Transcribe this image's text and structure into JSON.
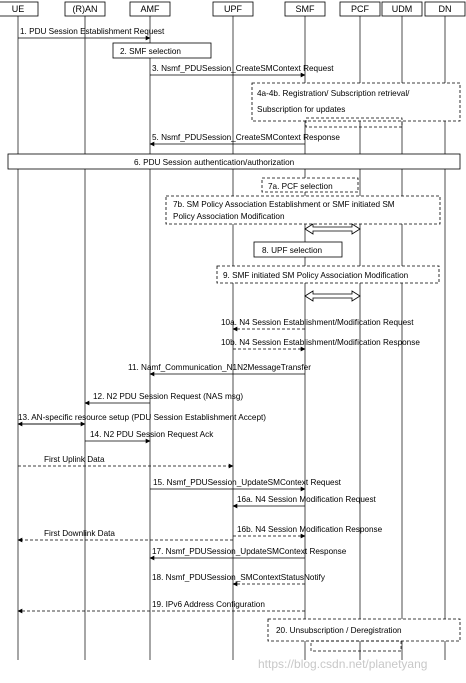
{
  "participants": [
    "UE",
    "(R)AN",
    "AMF",
    "UPF",
    "SMF",
    "PCF",
    "UDM",
    "DN"
  ],
  "messages": [
    "1. PDU Session Establishment Request",
    "3. Nsmf_PDUSession_CreateSMContext Request",
    "5. Nsmf_PDUSession_CreateSMContext Response",
    "10a. N4 Session Establishment/Modification Request",
    "10b. N4 Session Establishment/Modification Response",
    "11. Namf_Communication_N1N2MessageTransfer",
    "12. N2 PDU Session Request (NAS msg)",
    "13. AN-specific resource setup (PDU Session Establishment Accept)",
    "14. N2 PDU Session Request Ack",
    "First Uplink Data",
    "15. Nsmf_PDUSession_UpdateSMContext Request",
    "16a. N4 Session Modification Request",
    "16b. N4 Session Modification Response",
    "First Downlink Data",
    "17. Nsmf_PDUSession_UpdateSMContext Response",
    "18. Nsmf_PDUSession_SMContextStatusNotify",
    "19. IPv6 Address Configuration"
  ],
  "steps": [
    "2. SMF selection",
    "4a-4b. Registration/ Subscription retrieval/",
    "Subscription for updates",
    "6. PDU Session authentication/authorization",
    "7a. PCF selection",
    "7b. SM Policy Association Establishment or SMF initiated SM",
    "Policy Association Modification",
    "8. UPF selection",
    "9. SMF initiated SM Policy Association Modification",
    "20. Unsubscription / Deregistration"
  ],
  "watermark": "https://blog.csdn.net/planetyang"
}
